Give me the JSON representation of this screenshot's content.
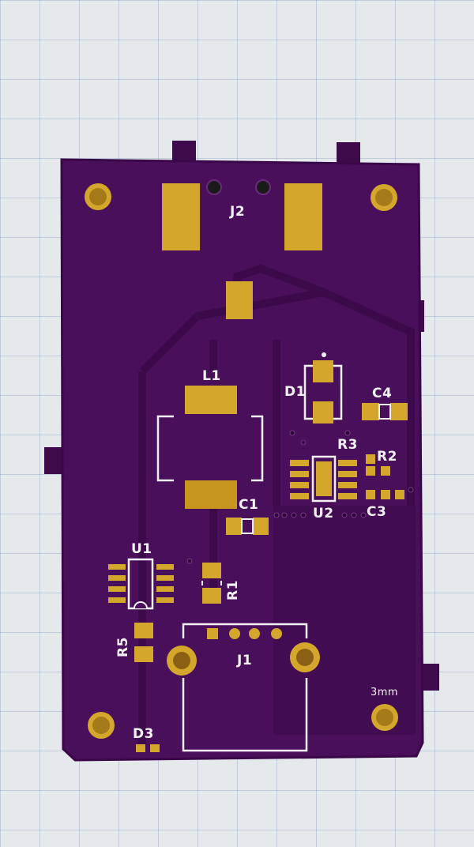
{
  "photo": {
    "board": {
      "color": "#4a0f5a",
      "edge_color": "#3a0848",
      "pad_color": "#d4a72c",
      "silk_color": "#f4f1f6",
      "background": "#e6e9ec"
    },
    "labels": {
      "j2": "J2",
      "l1": "L1",
      "d1": "D1",
      "c4": "C4",
      "r3": "R3",
      "r2": "R2",
      "u2": "U2",
      "c3": "C3",
      "c1": "C1",
      "u1": "U1",
      "r1": "R1",
      "r5": "R5",
      "j1": "J1",
      "d3": "D3",
      "mounting_note": "3mm"
    }
  }
}
